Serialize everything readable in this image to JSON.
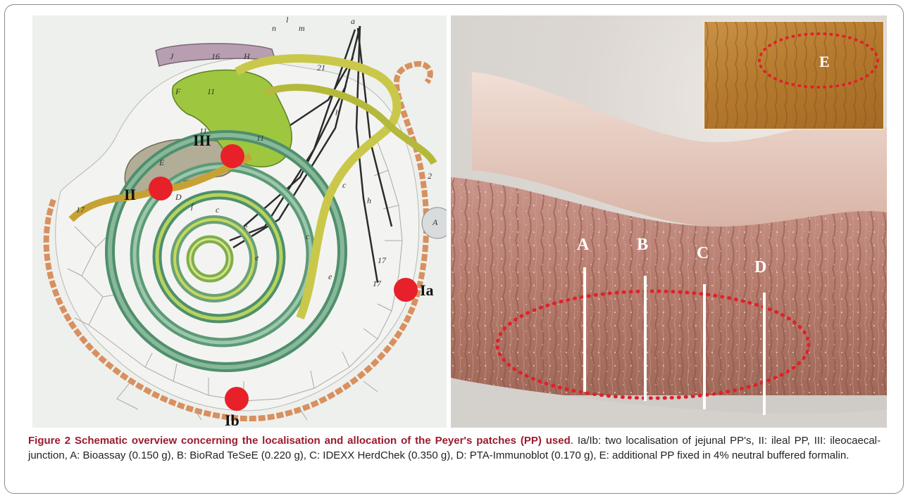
{
  "figure": {
    "left_panel": {
      "markers": [
        "III",
        "II",
        "Ia",
        "Ib"
      ],
      "organ_labels": [
        "J",
        "16",
        "H",
        "n",
        "l",
        "m",
        "a",
        "21",
        "F",
        "11",
        "11",
        "11",
        "E",
        "D",
        "f",
        "c",
        "c",
        "c",
        "e",
        "e",
        "e",
        "h",
        "h",
        "A",
        "2",
        "17",
        "17",
        "17"
      ]
    },
    "right_panel": {
      "cut_labels": [
        "A",
        "B",
        "C",
        "D"
      ],
      "inset_label": "E"
    },
    "colors": {
      "marker": "#e8202a",
      "dotted_outline": "#e0202a",
      "cut_line": "#ffffff"
    },
    "caption": {
      "title": "Figure 2 Schematic overview concerning the localisation and allocation of the Peyer's patches (PP) used",
      "body": ". Ia/Ib: two localisation of jejunal PP's, II: ileal PP, III: ileocaecal-junction, A: Bioassay (0.150 g), B: BioRad TeSeE (0.220 g), C: IDEXX HerdChek (0.350 g), D: PTA-Immunoblot (0.170 g), E: additional PP fixed in 4% neutral buffered formalin."
    }
  }
}
